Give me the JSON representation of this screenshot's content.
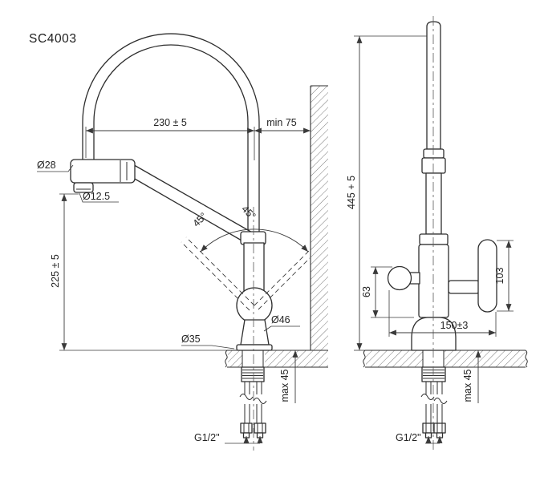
{
  "title": "SC4003",
  "front_view": {
    "dims": {
      "reach": "230 ± 5",
      "wall_clearance": "min 75",
      "spout_diameter": "Ø28",
      "outlet_diameter": "Ø12.5",
      "swivel_left": "45°",
      "swivel_right": "45°",
      "spout_height": "225 ± 5",
      "base_diameter": "Ø35",
      "body_diameter": "Ø46",
      "counter_thickness": "max 45",
      "thread": "G1/2\""
    }
  },
  "side_view": {
    "dims": {
      "total_height": "445 + 5",
      "handle_height": "63",
      "lever_height": "103",
      "depth": "150±3",
      "counter_thickness": "max 45",
      "thread": "G1/2\""
    }
  },
  "colors": {
    "line": "#2e2e2e",
    "dimension": "#3a3a3a",
    "background": "#ffffff"
  }
}
